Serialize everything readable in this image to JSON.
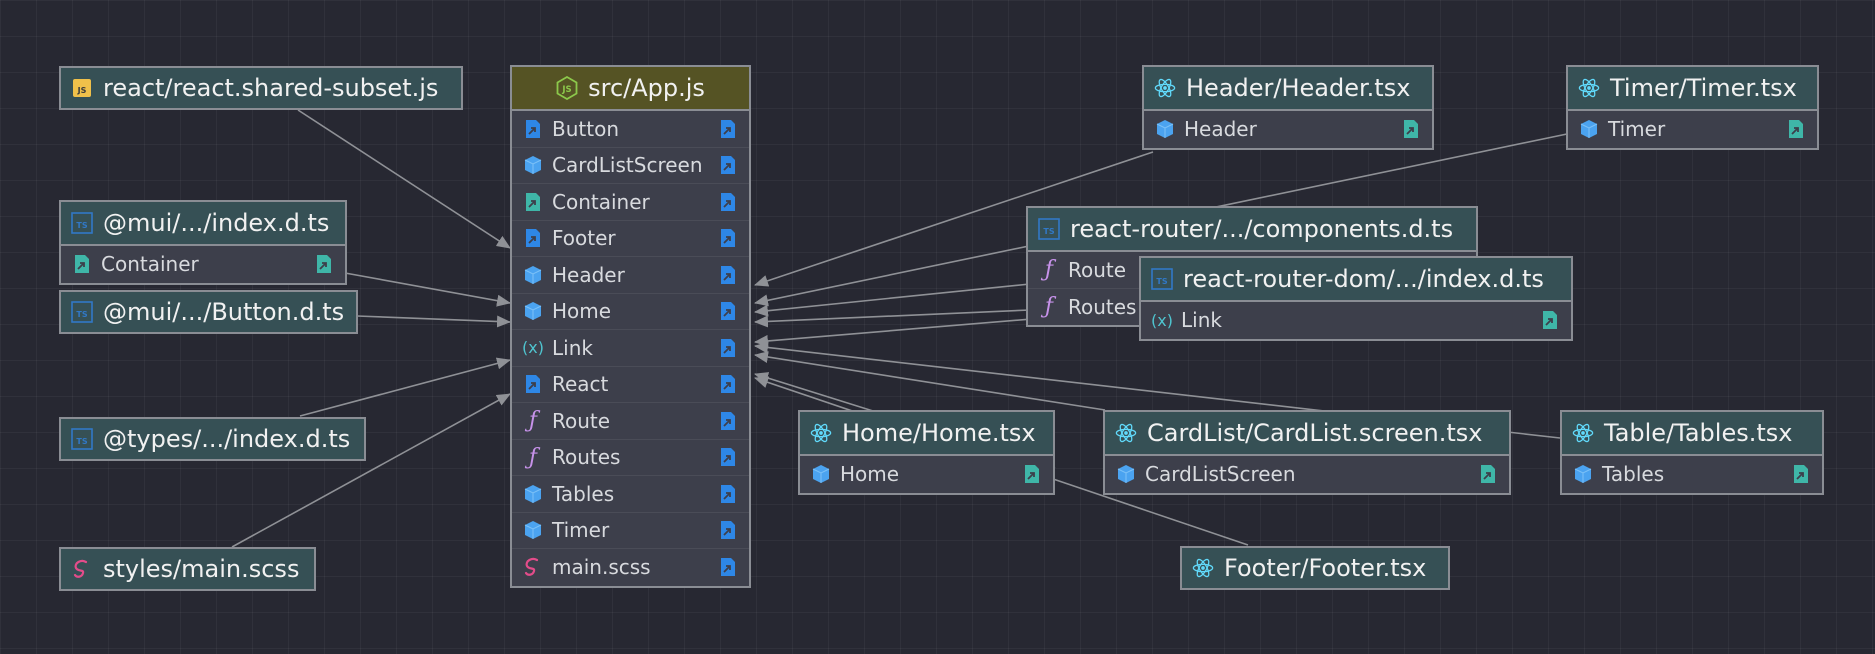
{
  "colors": {
    "background": "#272832",
    "edge": "#8f9196",
    "file_header": "#365055",
    "app_header": "#555324",
    "row_background": "#3d3f4b",
    "react_icon": "#61dafb",
    "component_icon": "#4ba3f0",
    "export_icon": "#3fb6a8",
    "function_icon": "#c792ea",
    "sass_icon": "#e34c8a",
    "ts_icon": "#3178c6",
    "js_icon": "#f0c04a"
  },
  "app": {
    "title": "src/App.js",
    "imports": [
      "Button",
      "CardListScreen",
      "Container",
      "Footer",
      "Header",
      "Home",
      "Link",
      "React",
      "Route",
      "Routes",
      "Tables",
      "Timer",
      "main.scss"
    ]
  },
  "files": {
    "react_shared": {
      "title": "react/react.shared-subset.js"
    },
    "mui_index": {
      "title": "@mui/.../index.d.ts",
      "exports": [
        "Container"
      ]
    },
    "mui_button": {
      "title": "@mui/.../Button.d.ts"
    },
    "types_index": {
      "title": "@types/.../index.d.ts"
    },
    "styles_main": {
      "title": "styles/main.scss"
    },
    "header": {
      "title": "Header/Header.tsx",
      "exports": [
        "Header"
      ]
    },
    "timer": {
      "title": "Timer/Timer.tsx",
      "exports": [
        "Timer"
      ]
    },
    "router_components": {
      "title": "react-router/.../components.d.ts",
      "exports": [
        "Route",
        "Routes"
      ]
    },
    "router_dom": {
      "title": "react-router-dom/.../index.d.ts",
      "exports": [
        "Link"
      ]
    },
    "home": {
      "title": "Home/Home.tsx",
      "exports": [
        "Home"
      ]
    },
    "cardlist": {
      "title": "CardList/CardList.screen.tsx",
      "exports": [
        "CardListScreen"
      ]
    },
    "tables": {
      "title": "Table/Tables.tsx",
      "exports": [
        "Tables"
      ]
    },
    "footer": {
      "title": "Footer/Footer.tsx"
    }
  }
}
